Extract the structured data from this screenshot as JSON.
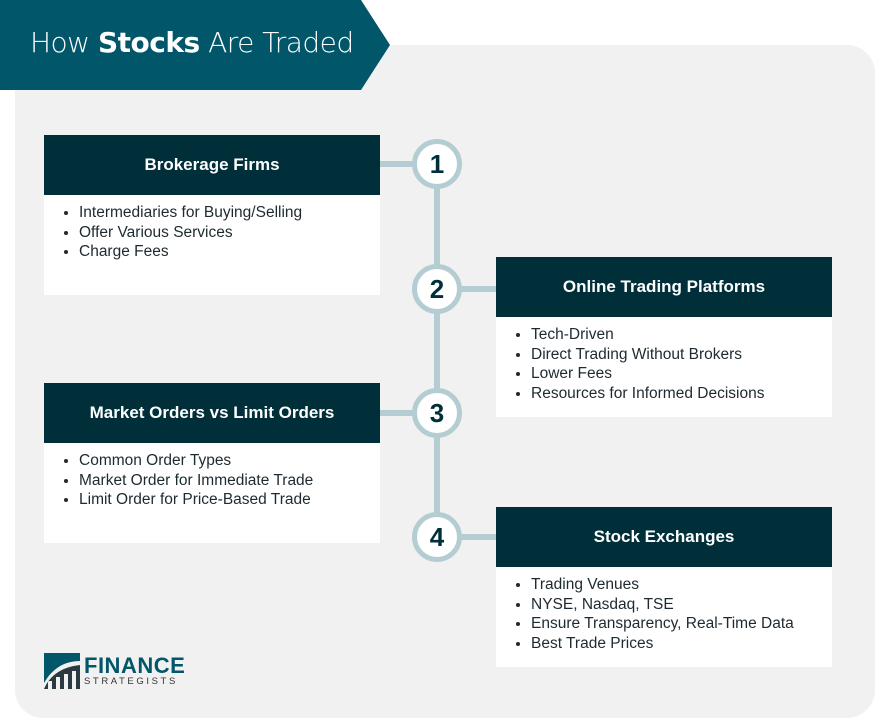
{
  "title": {
    "pre": "How ",
    "bold": "Stocks",
    "post": " Are Traded"
  },
  "steps": [
    {
      "number": "1",
      "heading": "Brokerage Firms",
      "items": [
        "Intermediaries for Buying/Selling",
        "Offer Various Services",
        "Charge Fees"
      ]
    },
    {
      "number": "2",
      "heading": "Online Trading Platforms",
      "items": [
        "Tech-Driven",
        "Direct Trading Without Brokers",
        "Lower Fees",
        "Resources for Informed Decisions"
      ]
    },
    {
      "number": "3",
      "heading": "Market Orders vs Limit Orders",
      "items": [
        "Common Order Types",
        "Market Order for Immediate Trade",
        "Limit Order for Price-Based Trade"
      ]
    },
    {
      "number": "4",
      "heading": "Stock Exchanges",
      "items": [
        "Trading Venues",
        "NYSE, Nasdaq, TSE",
        "Ensure Transparency, Real-Time Data",
        "Best Trade Prices"
      ]
    }
  ],
  "logo": {
    "line1": "FINANCE",
    "line2": "STRATEGISTS"
  }
}
